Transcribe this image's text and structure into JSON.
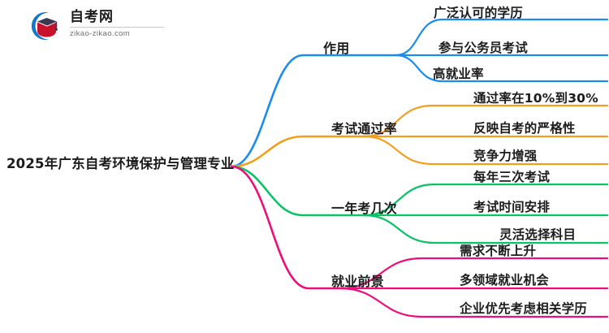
{
  "logo": {
    "name_cn": "自考网",
    "url": "zikao-zikao.com",
    "mark": "book-graduation-icon",
    "arc_color": "#1277c9",
    "book_color": "#c8112a",
    "cap_color": "#3a3a52"
  },
  "mindmap": {
    "root": {
      "label": "2025年广东自考环境保护与管理专业"
    },
    "branches": [
      {
        "label": "作用",
        "color": "#1a8cf0",
        "children": [
          {
            "label": "广泛认可的学历"
          },
          {
            "label": "参与公务员考试"
          },
          {
            "label": "高就业率"
          }
        ]
      },
      {
        "label": "考试通过率",
        "color": "#f0a020",
        "children": [
          {
            "label": "通过率在10%到30%"
          },
          {
            "label": "反映自考的严格性"
          },
          {
            "label": "竞争力增强"
          }
        ]
      },
      {
        "label": "一年考几次",
        "color": "#0bc268",
        "children": [
          {
            "label": "每年三次考试"
          },
          {
            "label": "考试时间安排"
          },
          {
            "label": "灵活选择科目"
          }
        ]
      },
      {
        "label": "就业前景",
        "color": "#ec0f7a",
        "children": [
          {
            "label": "需求不断上升"
          },
          {
            "label": "多领域就业机会"
          },
          {
            "label": "企业优先考虑相关学历"
          }
        ]
      }
    ]
  }
}
